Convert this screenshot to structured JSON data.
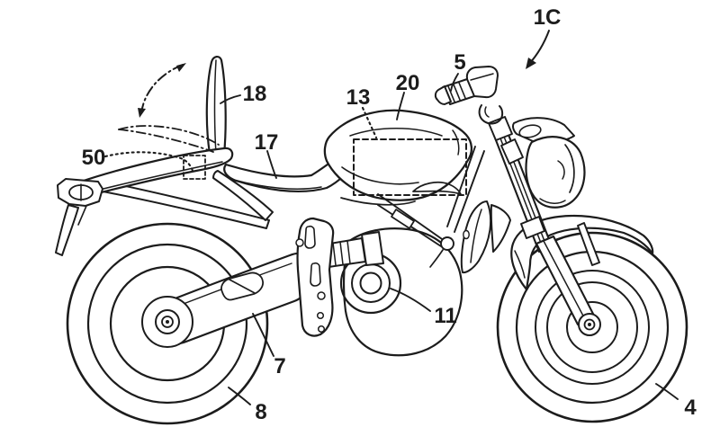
{
  "figure": {
    "type": "patent line drawing",
    "subject": "motorcycle right-side elevation with reference numerals",
    "background_color": "#ffffff",
    "line_color": "#1c1c1c"
  },
  "labels": {
    "ref_1c": "1C",
    "ref_5": "5",
    "ref_18": "18",
    "ref_13": "13",
    "ref_20": "20",
    "ref_17": "17",
    "ref_50": "50",
    "ref_11": "11",
    "ref_7": "7",
    "ref_8": "8",
    "ref_4": "4"
  }
}
